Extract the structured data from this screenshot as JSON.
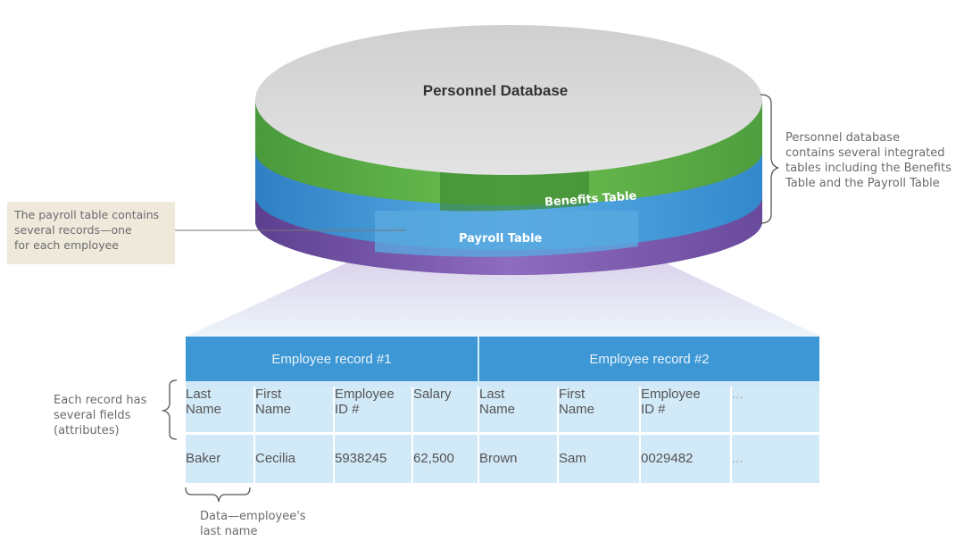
{
  "database": {
    "title": "Personnel Database",
    "benefits_table": "Benefits Table",
    "payroll_table": "Payroll Table"
  },
  "annotations": {
    "database_note": [
      "Personnel database",
      "contains several integrated",
      "tables including the Benefits",
      "Table and the Payroll Table"
    ],
    "payroll_note": [
      "The payroll table contains",
      "several records—one",
      "for each employee"
    ],
    "fields_note": [
      "Each record has",
      "several fields",
      "(attributes)"
    ],
    "data_note": [
      "Data—employee's",
      "last name"
    ]
  },
  "records": {
    "headers": [
      "Employee record #1",
      "Employee record #2"
    ],
    "field_names": [
      [
        "Last",
        "Name"
      ],
      [
        "First",
        "Name"
      ],
      [
        "Employee",
        "ID #"
      ],
      [
        "Salary"
      ],
      [
        "Last",
        "Name"
      ],
      [
        "First",
        "Name"
      ],
      [
        "Employee",
        "ID #"
      ],
      [
        "..."
      ]
    ],
    "values": [
      "Baker",
      "Cecilia",
      "5938245",
      "62,500",
      "Brown",
      "Sam",
      "0029482",
      "..."
    ]
  },
  "colors": {
    "disk_top": "#d6d6d6",
    "green_band": "#58a845",
    "blue_band": "#3a8fd0",
    "purple_band": "#7a56a8",
    "table_header": "#3c97d4",
    "table_body": "#d2e9f8",
    "note_box": "#efe9dc"
  }
}
